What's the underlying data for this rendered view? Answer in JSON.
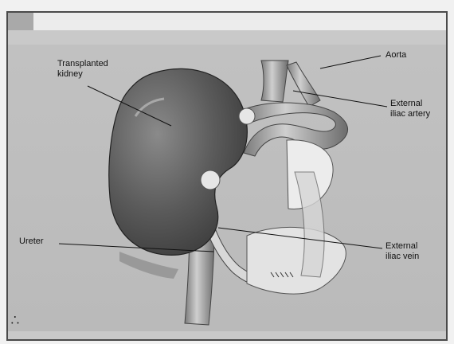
{
  "labels": {
    "transplanted_kidney": "Transplanted\nkidney",
    "aorta": "Aorta",
    "external_iliac_artery": "External\niliac artery",
    "ureter": "Ureter",
    "external_iliac_vein": "External\niliac vein"
  },
  "logo_icon": "publisher-logo-icon"
}
